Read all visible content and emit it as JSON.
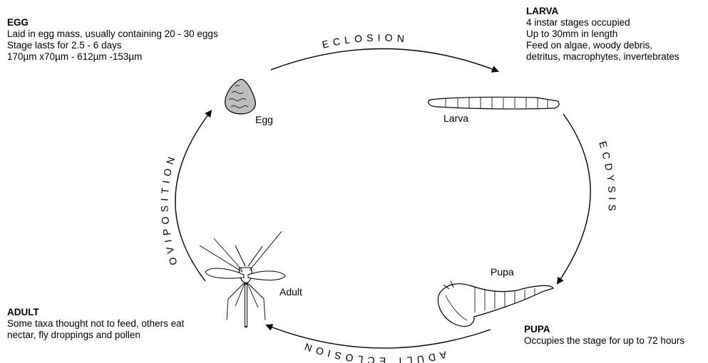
{
  "egg": {
    "heading": "EGG",
    "lines": [
      "Laid in egg mass, usually containing 20 - 30 eggs",
      "Stage lasts for 2.5 - 6 days",
      "170µm x70µm - 612µm -153µm"
    ],
    "label": "Egg"
  },
  "larva": {
    "heading": "LARVA",
    "lines": [
      "4 instar stages occupied",
      "Up to 30mm in length",
      "Feed on algae, woody debris,",
      "detritus, macrophytes, invertebrates"
    ],
    "label": "Larva"
  },
  "pupa": {
    "heading": "PUPA",
    "lines": [
      "Occupies the stage for up to 72 hours"
    ],
    "label": "Pupa"
  },
  "adult": {
    "heading": "ADULT",
    "lines": [
      "Some taxa thought not to feed, others eat",
      "nectar, fly droppings and pollen"
    ],
    "label": "Adult"
  },
  "transitions": {
    "eclosion": "ECLOSION",
    "ecdysis": "ECDYSIS",
    "adult_eclosion": "ADULT ECLOSION",
    "oviposition": "OVIPOSITION"
  }
}
